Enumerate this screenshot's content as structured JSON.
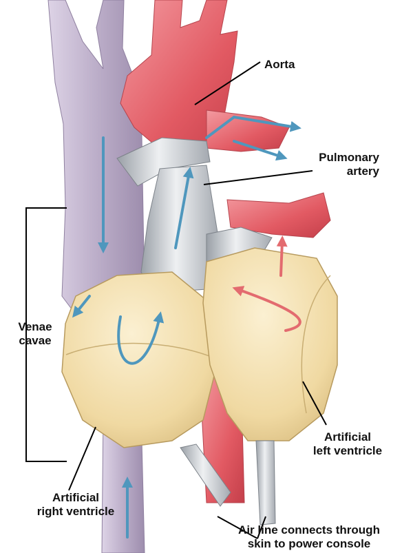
{
  "labels": {
    "aorta": "Aorta",
    "pulmonary_artery": [
      "Pulmonary",
      "artery"
    ],
    "venae_cavae": [
      "Venae",
      "cavae"
    ],
    "artificial_left_ventricle": [
      "Artificial",
      "left ventricle"
    ],
    "artificial_right_ventricle": [
      "Artificial",
      "right ventricle"
    ],
    "air_line": [
      "Air line connects through",
      "skin to power console"
    ]
  },
  "colors": {
    "aorta_red": "#e25a63",
    "vein_purple": "#bcaec9",
    "ventricle_cream": "#f3dfae",
    "tube_gray": "#c8ccd0",
    "flow_blue": "#4f97bd",
    "flow_red": "#e36b6f",
    "leader_line": "#000000"
  }
}
